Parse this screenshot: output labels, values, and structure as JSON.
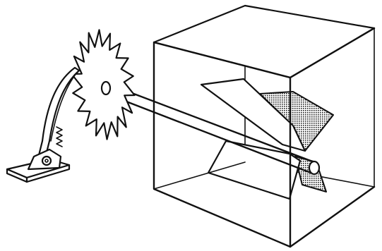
{
  "figure": {
    "style": "black-and-white line drawing",
    "ink_color": "#111111",
    "background_color": "#ffffff",
    "components": [
      "ratchet-gear",
      "pawl-mechanism",
      "axle",
      "paddle-wheel",
      "transparent-box"
    ]
  }
}
